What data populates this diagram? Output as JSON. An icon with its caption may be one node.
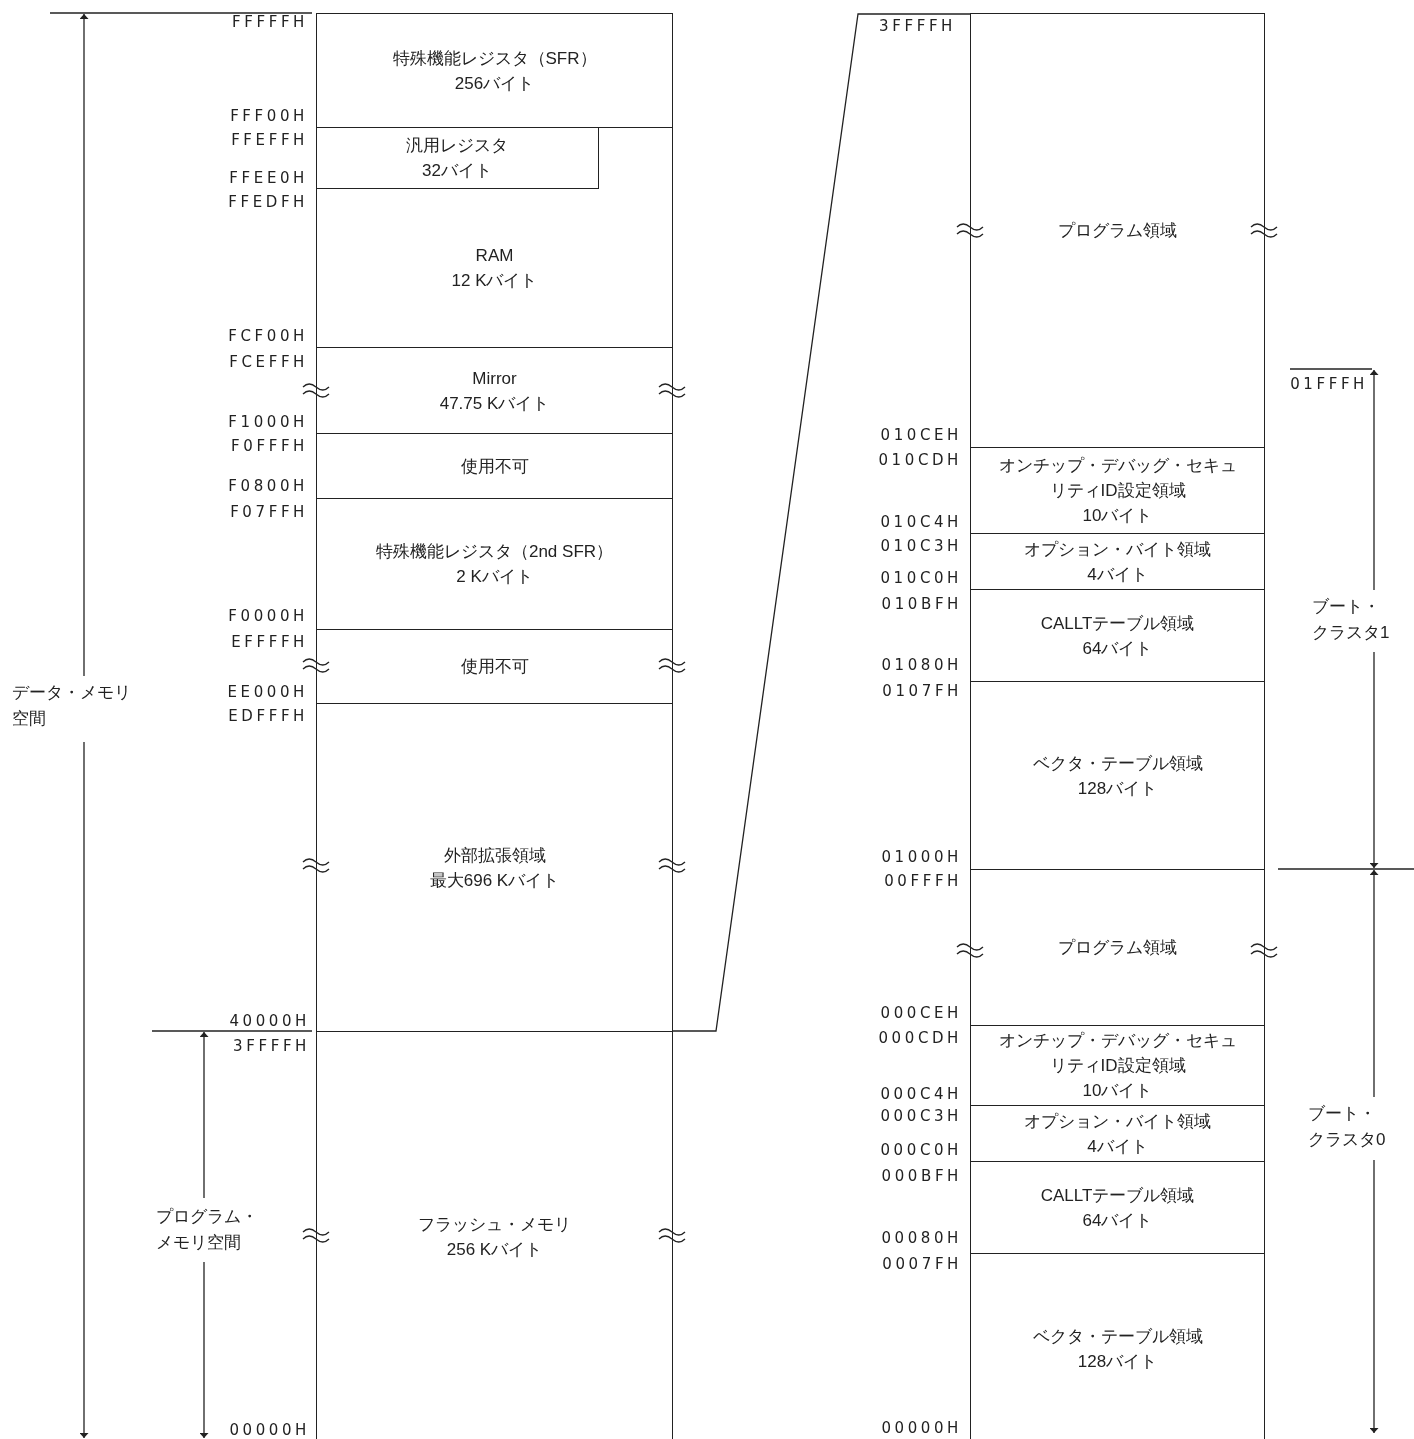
{
  "diagram": {
    "nodes": [
      {
        "text": [
          "特殊機能レジスタ（SFR）",
          "256バイト"
        ]
      },
      {
        "text": [
          "RAM",
          "12 Kバイト"
        ]
      },
      {
        "text": [
          "汎用レジスタ",
          "32バイト"
        ],
        "in": 1
      },
      {
        "text": [
          "Mirror",
          "47.75 Kバイト"
        ]
      },
      {
        "text": [
          "使用不可"
        ]
      },
      {
        "text": [
          "特殊機能レジスタ（2nd SFR）",
          "2 Kバイト"
        ]
      },
      {
        "text": [
          "使用不可"
        ]
      },
      {
        "text": [
          "外部拡張領域",
          "最大696 Kバイト"
        ]
      },
      {
        "text": [
          "フラッシュ・メモリ",
          "256 Kバイト"
        ]
      },
      {
        "text": [
          "プログラム領域"
        ]
      },
      {
        "text": [
          "オンチップ・デバッグ・セキュリティID設定領域",
          "10バイト"
        ]
      },
      {
        "text": [
          "オプション・バイト領域",
          "4バイト"
        ]
      },
      {
        "text": [
          "CALLTテーブル領域",
          "64バイト"
        ]
      },
      {
        "text": [
          "ベクタ・テーブル領域",
          "128バイト"
        ]
      },
      {
        "text": [
          "プログラム領域"
        ]
      },
      {
        "text": [
          "オンチップ・デバッグ・セキュリティID設定領域",
          "10バイト"
        ]
      },
      {
        "text": [
          "オプション・バイト領域",
          "4バイト"
        ]
      },
      {
        "text": [
          "CALLTテーブル領域",
          "64バイト"
        ]
      },
      {
        "text": [
          "ベクタ・テーブル領域",
          "128バイト"
        ]
      }
    ],
    "edges": [
      {
        "from": 8,
        "to": 9,
        "arrow": "none"
      }
    ],
    "labels": [
      "FFFFFH",
      "FFF00H",
      "FFEFFH",
      "FFEE0H",
      "FFEDFH",
      "FCF00H",
      "FCEFFH",
      "F1000H",
      "F0FFFH",
      "F0800H",
      "F07FFH",
      "F0000H",
      "EFFFFH",
      "データ・メモリ空間",
      "EE000H",
      "EDFFFH",
      "40000H",
      "3FFFFH",
      "プログラム・メモリ空間",
      "00000H",
      "3FFFFH",
      "01FFFH",
      "010CEH",
      "010CDH",
      "010C4H",
      "010C3H",
      "010C0H",
      "010BFH",
      "ブート・クラスタ1",
      "01080H",
      "0107FH",
      "01000H",
      "00FFFH",
      "000CEH",
      "000CDH",
      "000C4H",
      "000C3H",
      "ブート・クラスタ0",
      "000C0H",
      "000BFH",
      "00080H",
      "0007FH",
      "00000H"
    ]
  }
}
